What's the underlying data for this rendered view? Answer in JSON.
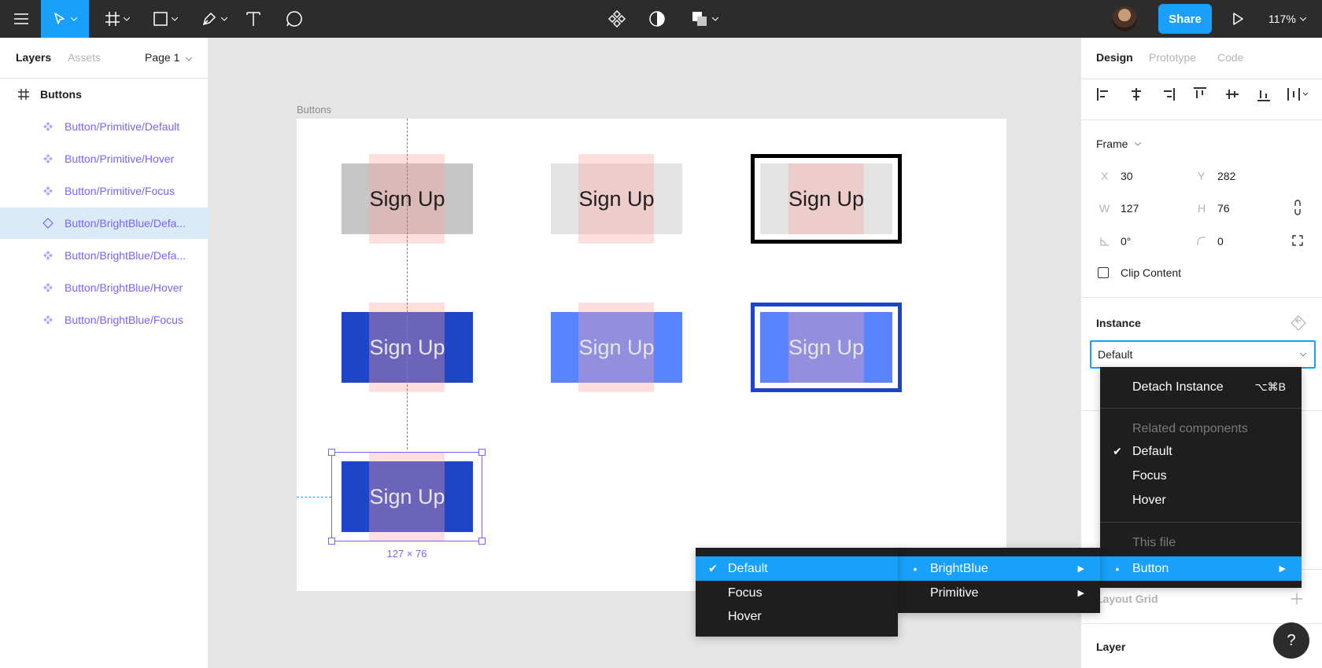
{
  "toolbar": {
    "share_label": "Share",
    "zoom_label": "117%"
  },
  "left_panel": {
    "tabs": {
      "layers": "Layers",
      "assets": "Assets",
      "page": "Page 1"
    },
    "frame_name": "Buttons",
    "layers": [
      {
        "label": "Button/Primitive/Default"
      },
      {
        "label": "Button/Primitive/Hover"
      },
      {
        "label": "Button/Primitive/Focus"
      },
      {
        "label": "Button/BrightBlue/Defa..."
      },
      {
        "label": "Button/BrightBlue/Defa..."
      },
      {
        "label": "Button/BrightBlue/Hover"
      },
      {
        "label": "Button/BrightBlue/Focus"
      }
    ]
  },
  "canvas": {
    "frame_label": "Buttons",
    "button_text": "Sign Up",
    "size_label": "127 × 76",
    "colors": {
      "primitive_default": "#c6c6c6",
      "primitive_hover": "#e3e3e3",
      "brightblue": "#1e44c8",
      "brightblue_light": "#5a84ff",
      "padding_overlay": "#ffb4b4",
      "selection": "#7b61ff",
      "guide": "#18a0fb"
    }
  },
  "right_panel": {
    "tabs": {
      "design": "Design",
      "prototype": "Prototype",
      "code": "Code"
    },
    "frame_label": "Frame",
    "x_label": "X",
    "x_value": "30",
    "y_label": "Y",
    "y_value": "282",
    "w_label": "W",
    "w_value": "127",
    "h_label": "H",
    "h_value": "76",
    "rotation_value": "0°",
    "radius_value": "0",
    "clip_content": "Clip Content",
    "instance_label": "Instance",
    "instance_value": "Default",
    "layout_grid": "Layout Grid",
    "layer_label": "Layer",
    "help": "?"
  },
  "instance_menu": {
    "detach": "Detach Instance",
    "detach_shortcut": "⌥⌘B",
    "related_header": "Related components",
    "related": [
      {
        "label": "Default",
        "checked": true
      },
      {
        "label": "Focus"
      },
      {
        "label": "Hover"
      }
    ],
    "this_file_header": "This file",
    "this_file_item": "Button"
  },
  "submenu_button": [
    "BrightBlue",
    "Primitive"
  ],
  "submenu_brightblue": [
    {
      "label": "Default",
      "checked": true
    },
    {
      "label": "Focus"
    },
    {
      "label": "Hover"
    }
  ]
}
